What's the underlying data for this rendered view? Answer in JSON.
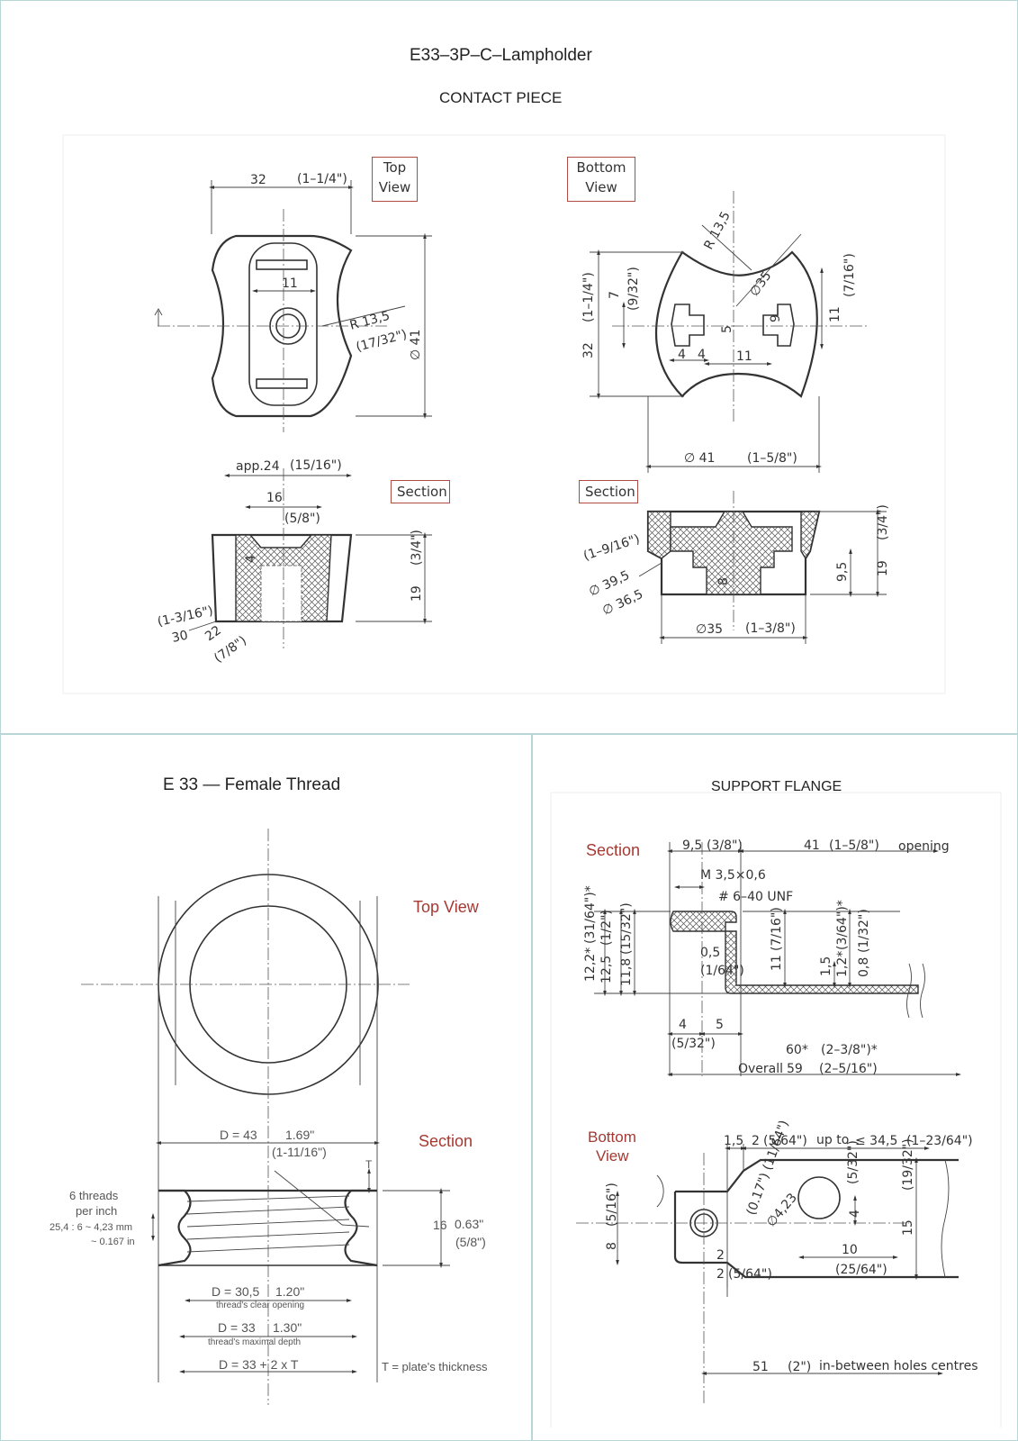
{
  "top_panel": {
    "title": "E33–3P–C–Lampholder",
    "subtitle": "CONTACT  PIECE",
    "top_view_box": [
      "Top",
      "View"
    ],
    "bottom_view_box": [
      "Bottom",
      "View"
    ],
    "section_box_left": "Section",
    "section_box_right": "Section",
    "dims": {
      "top_width_mm": "32",
      "top_width_in": "(1–1/4\")",
      "slot_11": "11",
      "r135": "R 13,5",
      "r135_in": "(17/32\")",
      "dia41": "∅ 41",
      "app24": "app.24",
      "app24_in": "(15/16\")",
      "w16": "16",
      "w16_in": "(5/8\")",
      "h4": "4",
      "h19": "19",
      "h19_in": "(3/4\")",
      "d30": "30",
      "d30_in": "(1-3/16\")",
      "d22": "22",
      "d22_in": "(7/8\")",
      "b_r135": "R 13,5",
      "b_dia35": "∅35",
      "b_7": "7",
      "b_7_in": "(9/32\")",
      "b_11v": "11",
      "b_11v_in": "(7/16\")",
      "b_9": "9",
      "b_5": "5",
      "b_4a": "4",
      "b_4b": "4",
      "b_11h": "11",
      "b_32": "32",
      "b_32_in": "(1–1/4\")",
      "b_dia41": "∅ 41",
      "b_dia41_in": "(1–5/8\")",
      "s_dia395": "∅ 39,5",
      "s_dia365": "∅ 36,5",
      "s_dia395_in": "(1–9/16\")",
      "s_8": "8",
      "s_95": "9,5",
      "s_19": "19",
      "s_19_in": "(3/4\")",
      "s_dia35": "∅35",
      "s_dia35_in": "(1–3/8\")"
    }
  },
  "thread_panel": {
    "title": "E 33  —  Female Thread",
    "top_view_label": "Top  View",
    "section_label": "Section",
    "d43": "D = 43",
    "d43_in": "1.69\"",
    "d43_in2": "(1-11/16\")",
    "t": "T",
    "threads": "6 threads",
    "per_inch": "per inch",
    "pitch_mm": "25,4 : 6 ~ 4,23 mm",
    "pitch_in": "~ 0.167 in",
    "h16": "16",
    "h16_in": "0.63\"",
    "h16_in2": "(5/8\")",
    "d305": "D = 30,5",
    "d305_in": "1.20\"",
    "clear": "thread's clear opening",
    "d33": "D = 33",
    "d33_in": "1.30\"",
    "maxdepth": "thread's maximal depth",
    "d33t": "D = 33 + 2 x T",
    "t_note": "T = plate's  thickness"
  },
  "flange_panel": {
    "title": "SUPPORT  FLANGE",
    "section_label": "Section",
    "bottom_view_label": [
      "Bottom",
      "View"
    ],
    "dims": {
      "f95": "9,5",
      "f95_in": "(3/8\")",
      "f41": "41",
      "f41_in": "(1–5/8\")",
      "opening": "opening",
      "m35": "M 3,5×0,6",
      "unf": "# 6–40 UNF",
      "h122": "12,2*",
      "h122_in": "(31/64\")*",
      "h125": "12,5",
      "h125_in": "(1/2\")",
      "h118": "11,8",
      "h118_in": "(15/32\")",
      "t05": "0,5",
      "t05_in": "(1/64\")",
      "h11": "11",
      "h11_in": "(7/16\")",
      "h15": "1,5",
      "h12": "1,2*",
      "h12_in": "(3/64\")*",
      "h08": "0,8",
      "h08_in": "(1/32\")",
      "w4": "4",
      "w4_in": "(5/32\")",
      "w5": "5",
      "w60": "60*",
      "w60_in": "(2–3/8\")*",
      "overall": "Overall",
      "w59": "59",
      "w59_in": "(2–5/16\")",
      "b15": "1,5",
      "b2": "2",
      "b2_in": "(5/64\")",
      "upto": "up to",
      "b345": "≤ 34,5",
      "b345_in": "(1–23/64\")",
      "b8": "8",
      "b8_in": "(5/16\")",
      "d423": "∅4,23",
      "d423_in": "(0.17\") (11/64\")",
      "v4": "4",
      "v4_in": "(5/32\")",
      "b10": "10",
      "b10_in": "(25/64\")",
      "b15v": "15",
      "b15v_in": "(19/32\")",
      "b2a": "2",
      "b2b": "2",
      "b2b_in": "(5/64\")",
      "b51": "51",
      "b51_in": "(2\")",
      "between": "in-between holes centres"
    }
  }
}
